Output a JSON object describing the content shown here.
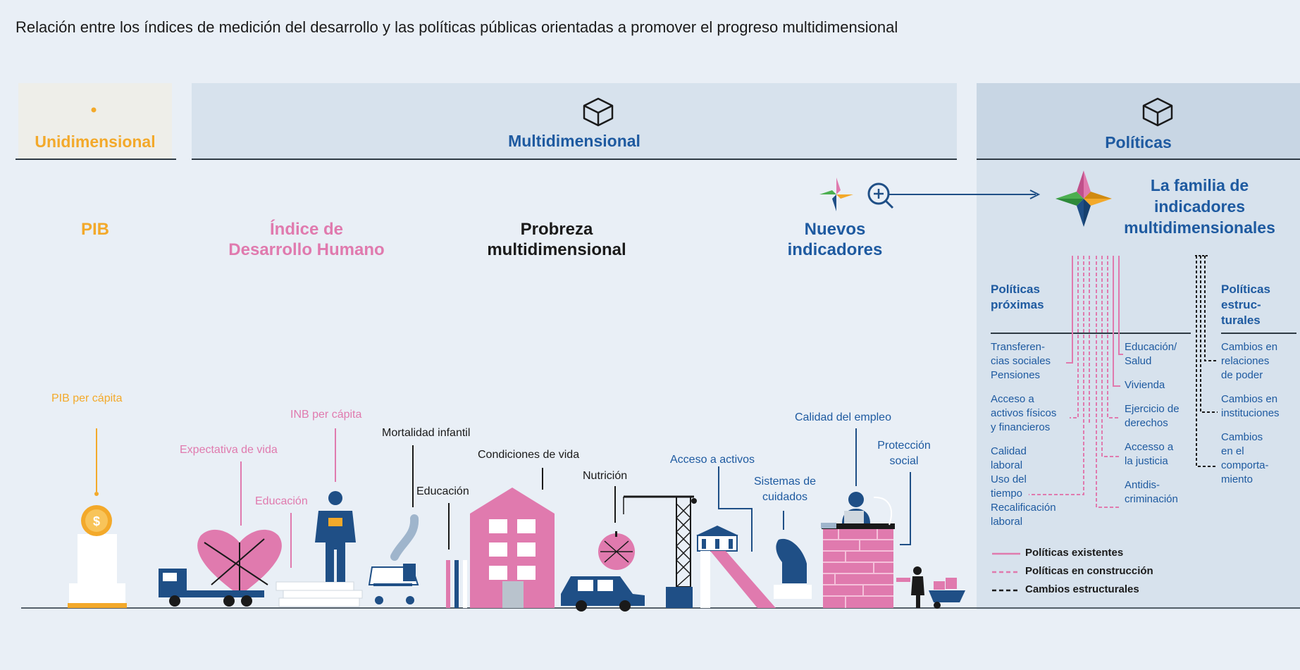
{
  "title": "Relación entre los índices de medición del desarrollo y las políticas públicas orientadas a promover el progreso multidimensional",
  "bands": {
    "uni": "Unidimensional",
    "multi": "Multidimensional",
    "pol": "Políticas"
  },
  "categories": {
    "pib": "PIB",
    "idh_1": "Índice de",
    "idh_2": "Desarrollo Humano",
    "pob_1": "Probreza",
    "pob_2": "multidimensional",
    "nuevos_1": "Nuevos",
    "nuevos_2": "indicadores"
  },
  "familia": [
    "La familia de",
    "indicadores",
    "multidimensionales"
  ],
  "indicators": {
    "pib_pc": "PIB per cápita",
    "expectativa": "Expectativa de vida",
    "educacion_idh": "Educación",
    "inb": "INB per cápita",
    "mortalidad": "Mortalidad infantil",
    "educacion": "Educación",
    "condiciones": "Condiciones de vida",
    "nutricion": "Nutrición",
    "acceso_activos": "Acceso a activos",
    "cuidados_1": "Sistemas de",
    "cuidados_2": "cuidados",
    "empleo": "Calidad del empleo",
    "proteccion_1": "Protección",
    "proteccion_2": "social"
  },
  "policies": {
    "proximas_heading": [
      "Políticas",
      "próximas"
    ],
    "estructurales_heading": [
      "Políticas",
      "estruc-",
      "turales"
    ],
    "proximas": [
      "Transferen-",
      "cias sociales",
      "Pensiones",
      "",
      "Acceso a",
      "activos físicos",
      "y financieros",
      "",
      "Calidad",
      "laboral",
      "Uso del",
      "tiempo",
      "Recalificación",
      "laboral"
    ],
    "middle": [
      "Educación/",
      "Salud",
      "",
      "Vivienda",
      "",
      "Ejercicio de",
      "derechos",
      "",
      "Accesso a",
      "la justicia",
      "",
      "Antidis-",
      "criminación"
    ],
    "estructurales": [
      "Cambios en",
      "relaciones",
      "de poder",
      "",
      "Cambios en",
      "instituciones",
      "",
      "Cambios",
      "en el",
      "comporta-",
      "miento"
    ]
  },
  "legend": [
    "Políticas existentes",
    "Políticas en construcción",
    "Cambios estructurales"
  ],
  "colors": {
    "orange": "#f3a92a",
    "pink": "#e07aae",
    "blue": "#1e5aa0",
    "navy": "#1f4f86",
    "dark": "#1a1a1a",
    "band_bg": "#d7e2ed"
  },
  "icons": [
    "cube-icon",
    "star-icon",
    "magnifier-icon",
    "coin-icon",
    "truck-icon",
    "heart-icon",
    "person-icon",
    "stroller-icon",
    "house-icon",
    "car-icon",
    "apple-icon",
    "crane-icon",
    "hand-icon",
    "worker-icon",
    "wheelbarrow-icon"
  ]
}
